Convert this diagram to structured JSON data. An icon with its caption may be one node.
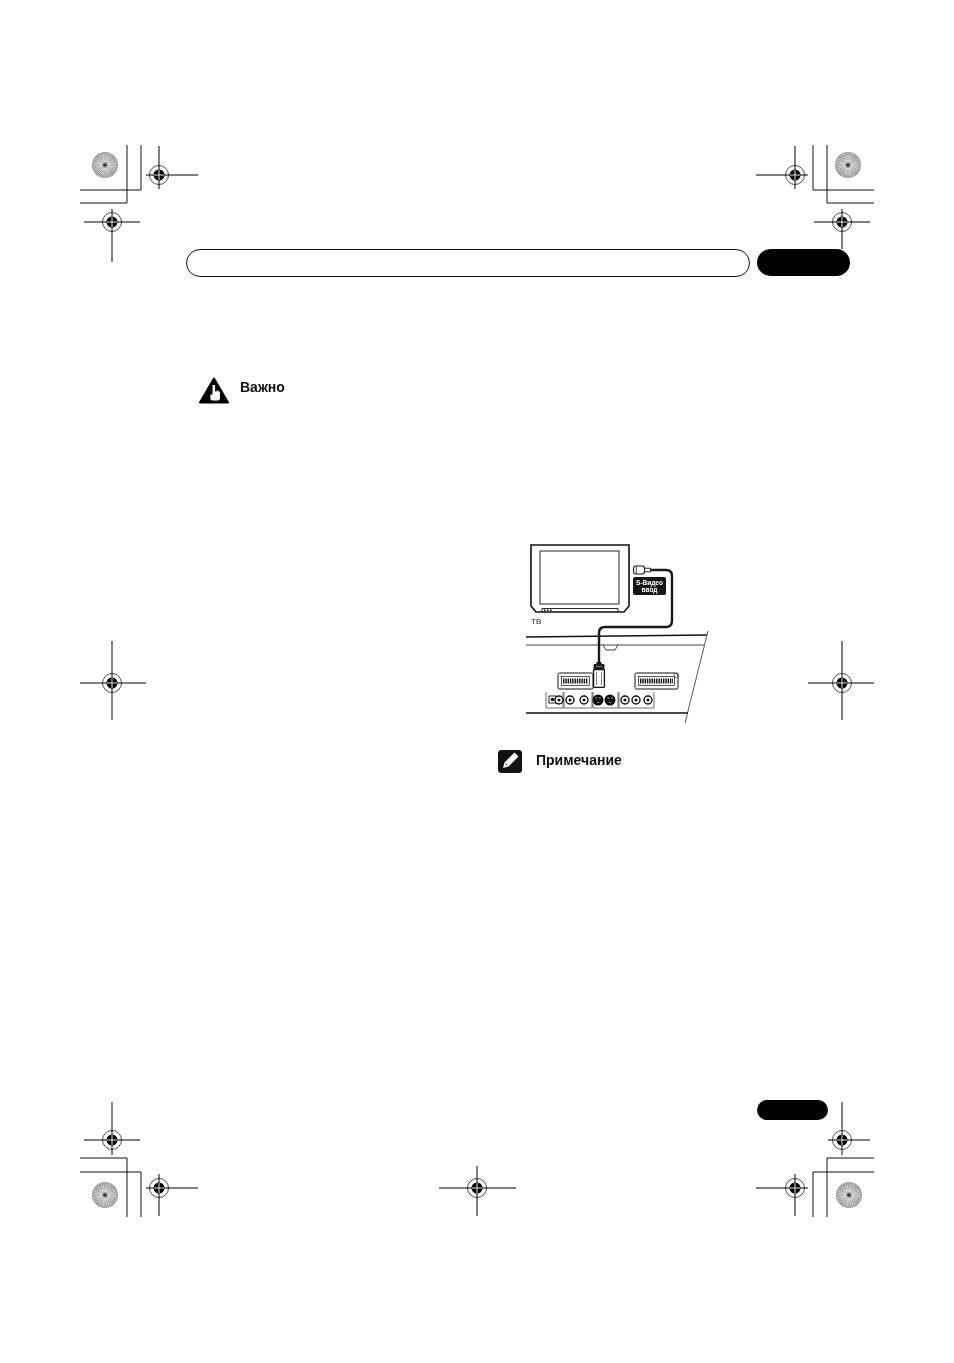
{
  "diagram": {
    "nodes": [
      {
        "text": [
          "ТВ"
        ]
      },
      {
        "text": [],
        "shape": "picture"
      },
      {
        "text": [
          "S-Видео ввод"
        ]
      },
      {
        "text": [],
        "shape": "picture"
      }
    ],
    "edges": [
      {
        "from": 1,
        "to": 3,
        "arrow": "none"
      }
    ],
    "labels": [
      "Важно",
      "Примечание"
    ]
  }
}
